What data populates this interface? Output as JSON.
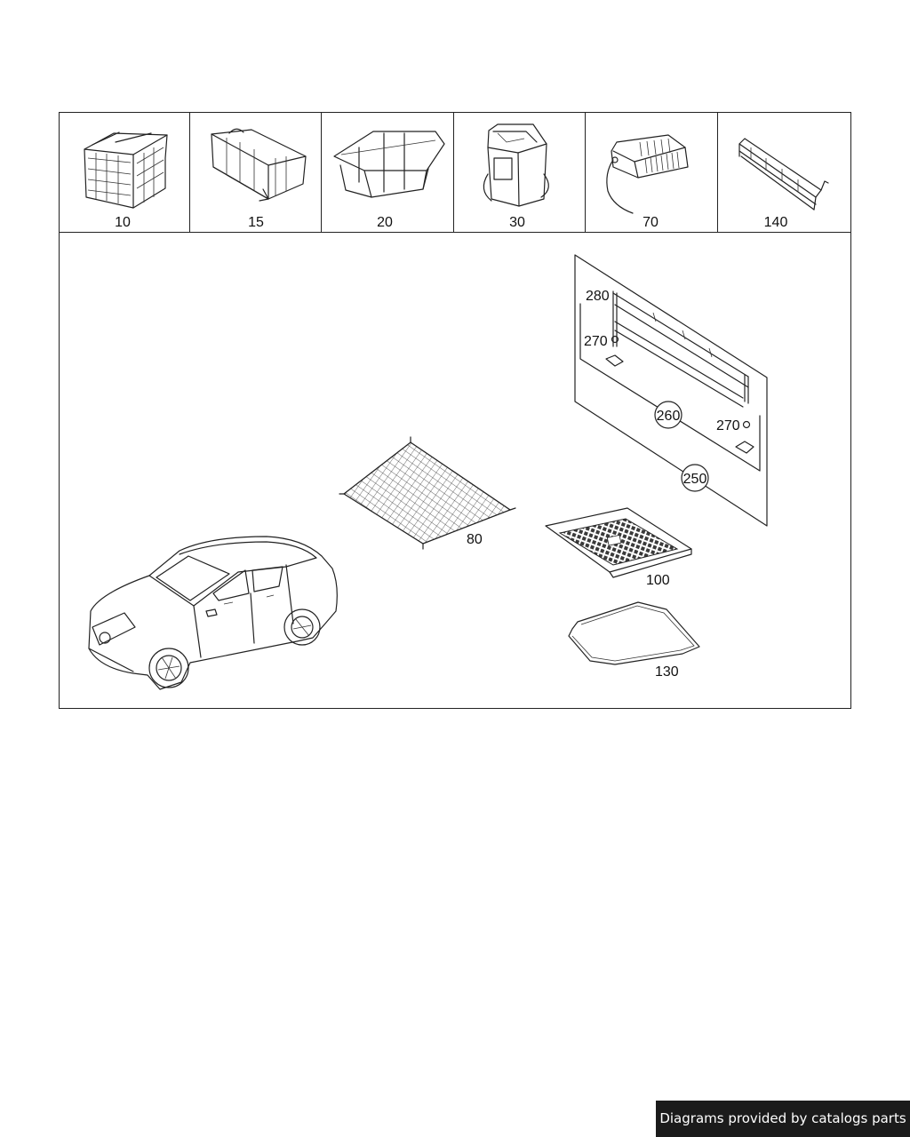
{
  "parts_top": [
    {
      "num": "10",
      "icon": "folding-crate-icon"
    },
    {
      "num": "15",
      "icon": "trunk-organizer-icon"
    },
    {
      "num": "20",
      "icon": "storage-tray-icon"
    },
    {
      "num": "30",
      "icon": "cool-bag-icon"
    },
    {
      "num": "70",
      "icon": "cool-box-power-unit-icon"
    },
    {
      "num": "140",
      "icon": "roof-rack-bar-icon"
    }
  ],
  "parts_main": {
    "net": "80",
    "trunk_tub": "100",
    "trunk_mat": "130",
    "partition_kit": "250",
    "partition_net": "260",
    "clip_a": "270",
    "clip_b": "270",
    "rod": "280"
  },
  "footer": "Diagrams provided by catalogs parts"
}
